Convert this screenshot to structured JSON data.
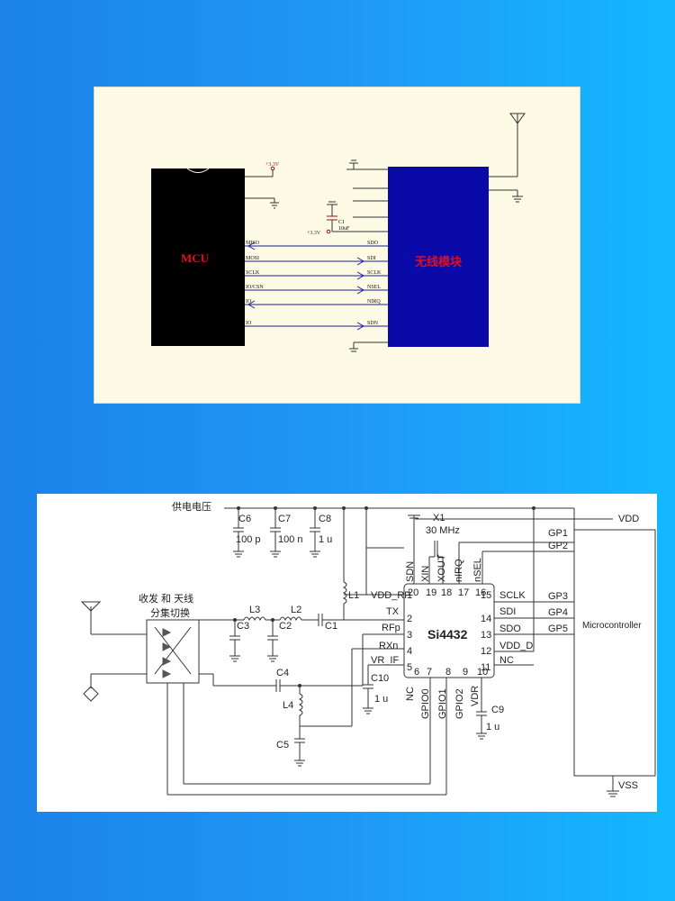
{
  "colors": {
    "background": "#1f9af5",
    "mcu_fill": "#000000",
    "module_fill": "#0a0aa8",
    "label_red": "#e0101a",
    "net_blue": "#1a1aa0",
    "wire_dark": "#222222"
  },
  "top": {
    "mcu_label": "MCU",
    "module_label": "无线模块",
    "vcc_top": "+3.3V",
    "vcc_cap": "+3.3V",
    "cap_name": "C1",
    "cap_value": "10uF",
    "mcu_pins": [
      "MISO",
      "MOSI",
      "SCLK",
      "IO/CSN",
      "IO",
      "IO"
    ],
    "module_pins": [
      "SDO",
      "SDI",
      "SCLK",
      "NSEL",
      "NIRQ",
      "SDN"
    ]
  },
  "bottom": {
    "supply_label": "供电电压",
    "vdd": "VDD",
    "vss": "VSS",
    "crystal_name": "X1",
    "crystal_freq": "30 MHz",
    "switch_label_1": "收发 和 天线",
    "switch_label_2": "分集切换",
    "chip_name": "Si4432",
    "microcontroller": "Microcontroller",
    "caps": [
      {
        "name": "C6",
        "value": "100 p"
      },
      {
        "name": "C7",
        "value": "100 n"
      },
      {
        "name": "C8",
        "value": "1 u"
      }
    ],
    "rf": {
      "L1": "L1",
      "L2": "L2",
      "L3": "L3",
      "L4": "L4",
      "C1": "C1",
      "C2": "C2",
      "C3": "C3",
      "C4": "C4",
      "C5": "C5"
    },
    "c10": {
      "name": "C10",
      "value": "1 u"
    },
    "c9": {
      "name": "C9",
      "value": "1 u"
    },
    "top_pins": [
      {
        "num": "20",
        "name": "SDN"
      },
      {
        "num": "19",
        "name": "XIN"
      },
      {
        "num": "18",
        "name": "XOUT"
      },
      {
        "num": "17",
        "name": "nIRQ"
      },
      {
        "num": "16",
        "name": "nSEL"
      }
    ],
    "left_pins": [
      {
        "num": "1",
        "name": "VDD_RF"
      },
      {
        "num": "2",
        "name": "TX"
      },
      {
        "num": "3",
        "name": "RFp"
      },
      {
        "num": "4",
        "name": "RXn"
      },
      {
        "num": "5",
        "name": "VR_IF"
      }
    ],
    "right_pins": [
      {
        "num": "15",
        "name": "SCLK"
      },
      {
        "num": "14",
        "name": "SDI"
      },
      {
        "num": "13",
        "name": "SDO"
      },
      {
        "num": "12",
        "name": "VDD_D"
      },
      {
        "num": "11",
        "name": "NC"
      }
    ],
    "bottom_pins": [
      {
        "num": "6",
        "name": "NC"
      },
      {
        "num": "7",
        "name": "GPIO0"
      },
      {
        "num": "8",
        "name": "GPIO1"
      },
      {
        "num": "9",
        "name": "GPIO2"
      },
      {
        "num": "10",
        "name": "VDR"
      }
    ],
    "gp_labels": [
      "GP1",
      "GP2",
      "GP3",
      "GP4",
      "GP5"
    ]
  }
}
